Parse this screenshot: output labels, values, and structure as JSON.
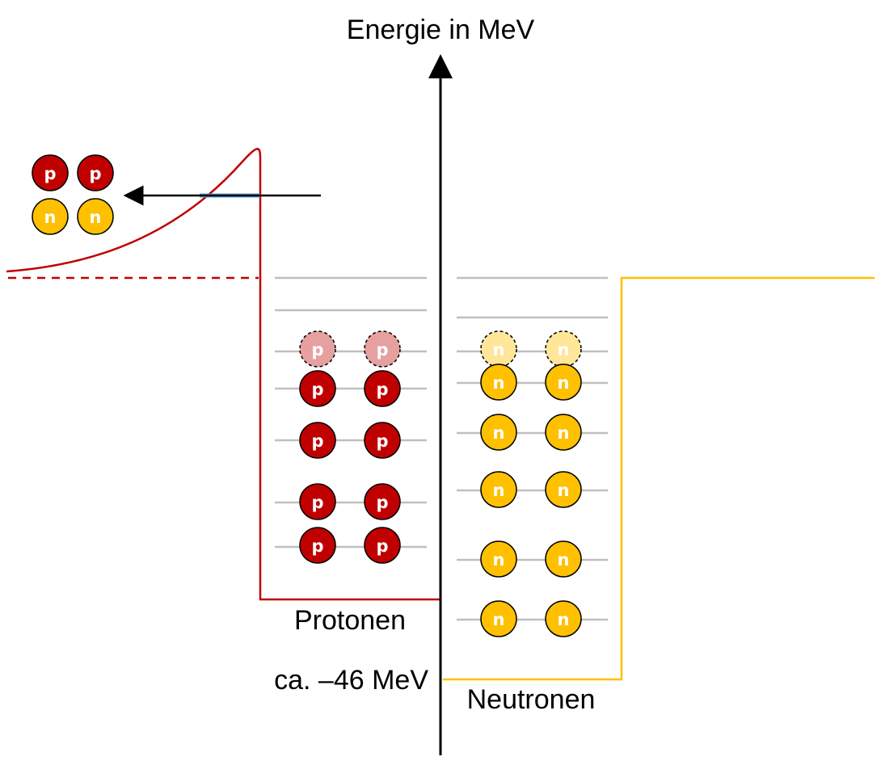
{
  "labels": {
    "axis": "Energie in MeV",
    "protons": "Protonen",
    "neutrons": "Neutronen",
    "depth": "ca. –46 MeV"
  },
  "particles": {
    "proton_letter": "p",
    "neutron_letter": "n"
  },
  "colors": {
    "proton": "#c00000",
    "proton_faded": "#e6a0a0",
    "neutron": "#ffc000",
    "neutron_faded": "#ffe699",
    "proton_well": "#c00000",
    "neutron_well": "#ffc000",
    "tunnel": "#5b9bd5",
    "level": "#bfbfbf"
  },
  "icons": {
    "axis": "arrow-up-icon",
    "emission": "arrow-left-icon"
  }
}
